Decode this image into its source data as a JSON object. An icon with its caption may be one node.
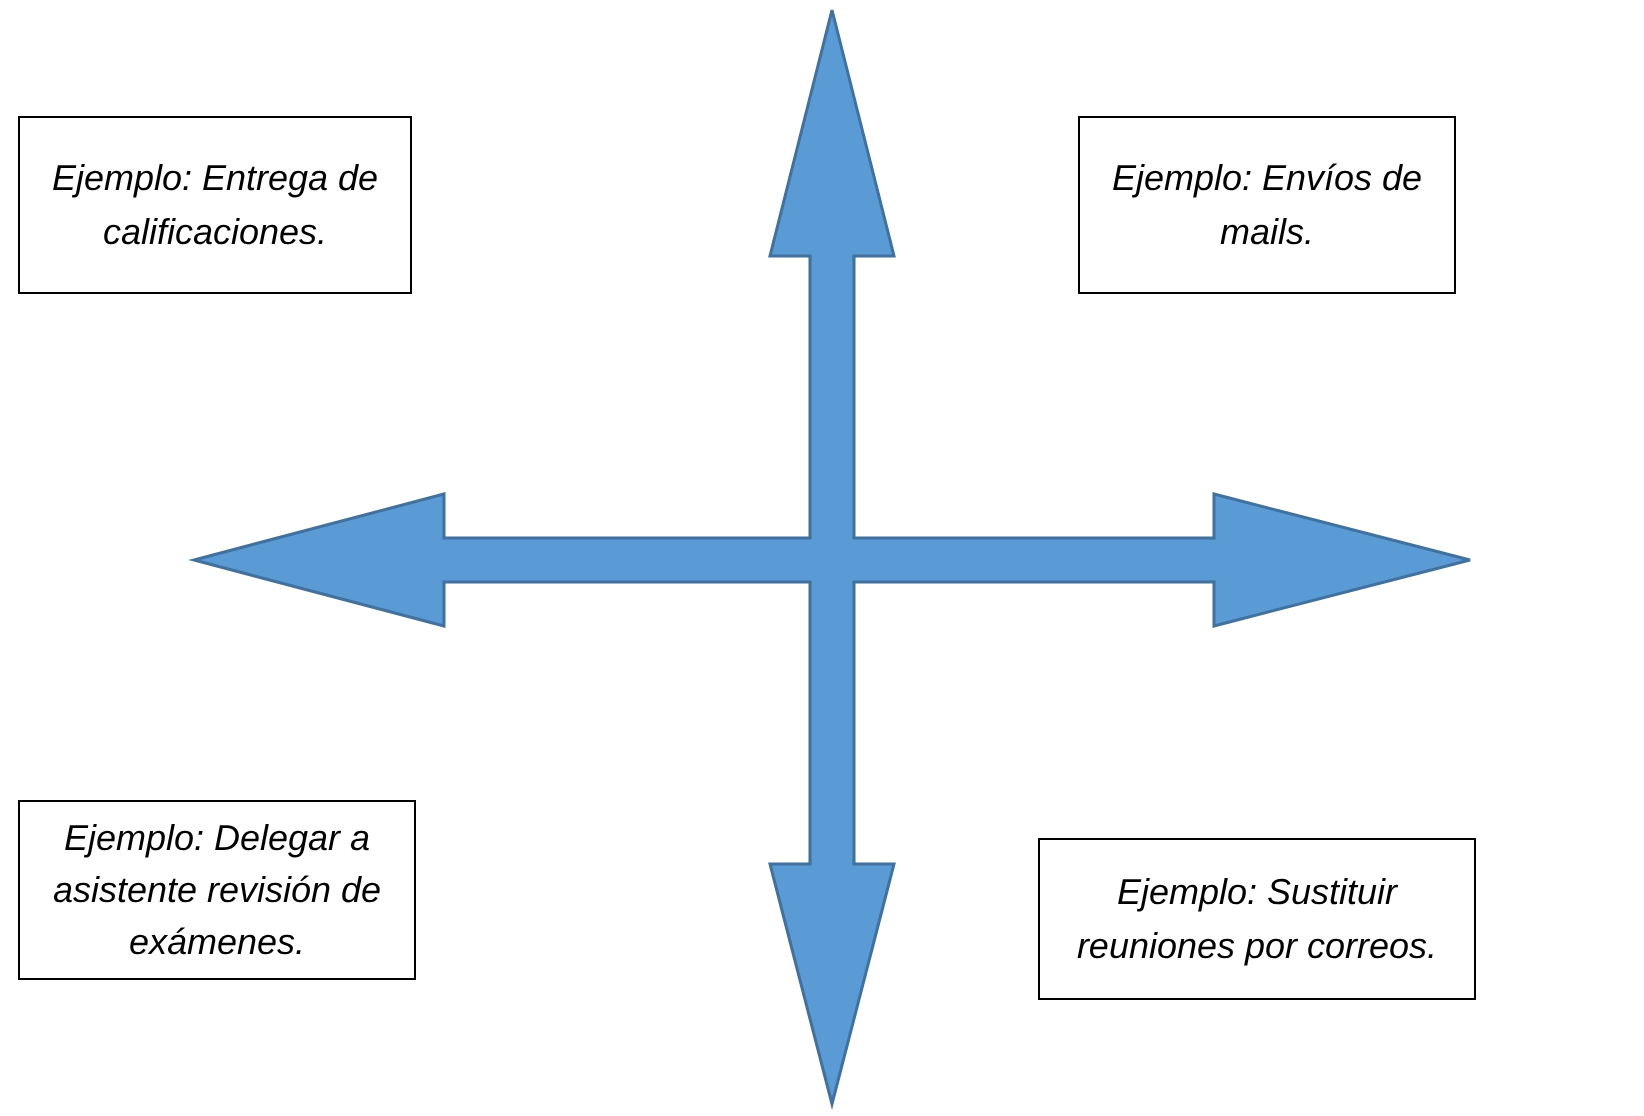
{
  "diagram": {
    "nodes": [
      {
        "text": [
          "Ejemplo: Entrega de calificaciones."
        ]
      },
      {
        "text": [
          "Ejemplo: Envíos de mails."
        ]
      },
      {
        "text": [
          "Ejemplo: Delegar a asistente revisión de exámenes."
        ]
      },
      {
        "text": [
          "Ejemplo: Sustituir reuniones por correos."
        ]
      }
    ]
  }
}
